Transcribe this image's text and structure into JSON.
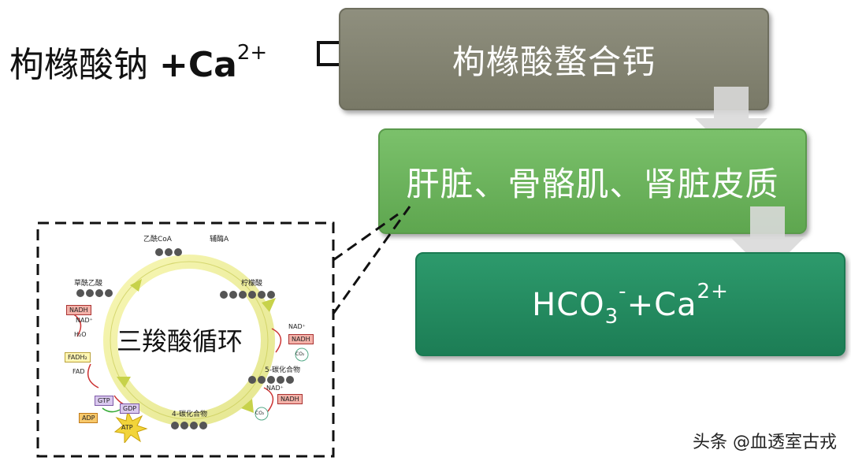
{
  "left_text": {
    "compound": "枸橼酸钠",
    "plus": "+Ca",
    "charge": "2+"
  },
  "box1": {
    "label": "枸橼酸螯合钙"
  },
  "box2": {
    "label": "肝脏、骨骼肌、肾脏皮质"
  },
  "box3": {
    "base": "HCO",
    "sub": "3",
    "minus": "-",
    "plus": "+Ca",
    "charge": "2+"
  },
  "cycle": {
    "title": "三羧酸循环",
    "acetyl_coa": "乙酰CoA",
    "coenzyme_a": "辅酶A",
    "oxaloacetate": "草酰乙酸",
    "citrate": "柠檬酸",
    "five_carbon": "5-碳化合物",
    "four_carbon": "4-碳化合物",
    "nadh": "NADH",
    "nad": "NAD⁺",
    "h2o": "H₂O",
    "fadh2": "FADH₂",
    "fad": "FAD",
    "gtp": "GTP",
    "gdp": "GDP",
    "adp": "ADP",
    "atp": "ATP",
    "co2": "CO₂"
  },
  "watermark": "头条 @血透室古戎",
  "colors": {
    "box1": "#858573",
    "box2": "#6ab45a",
    "box3": "#238a5f",
    "arrow": "#d9d9d9"
  }
}
